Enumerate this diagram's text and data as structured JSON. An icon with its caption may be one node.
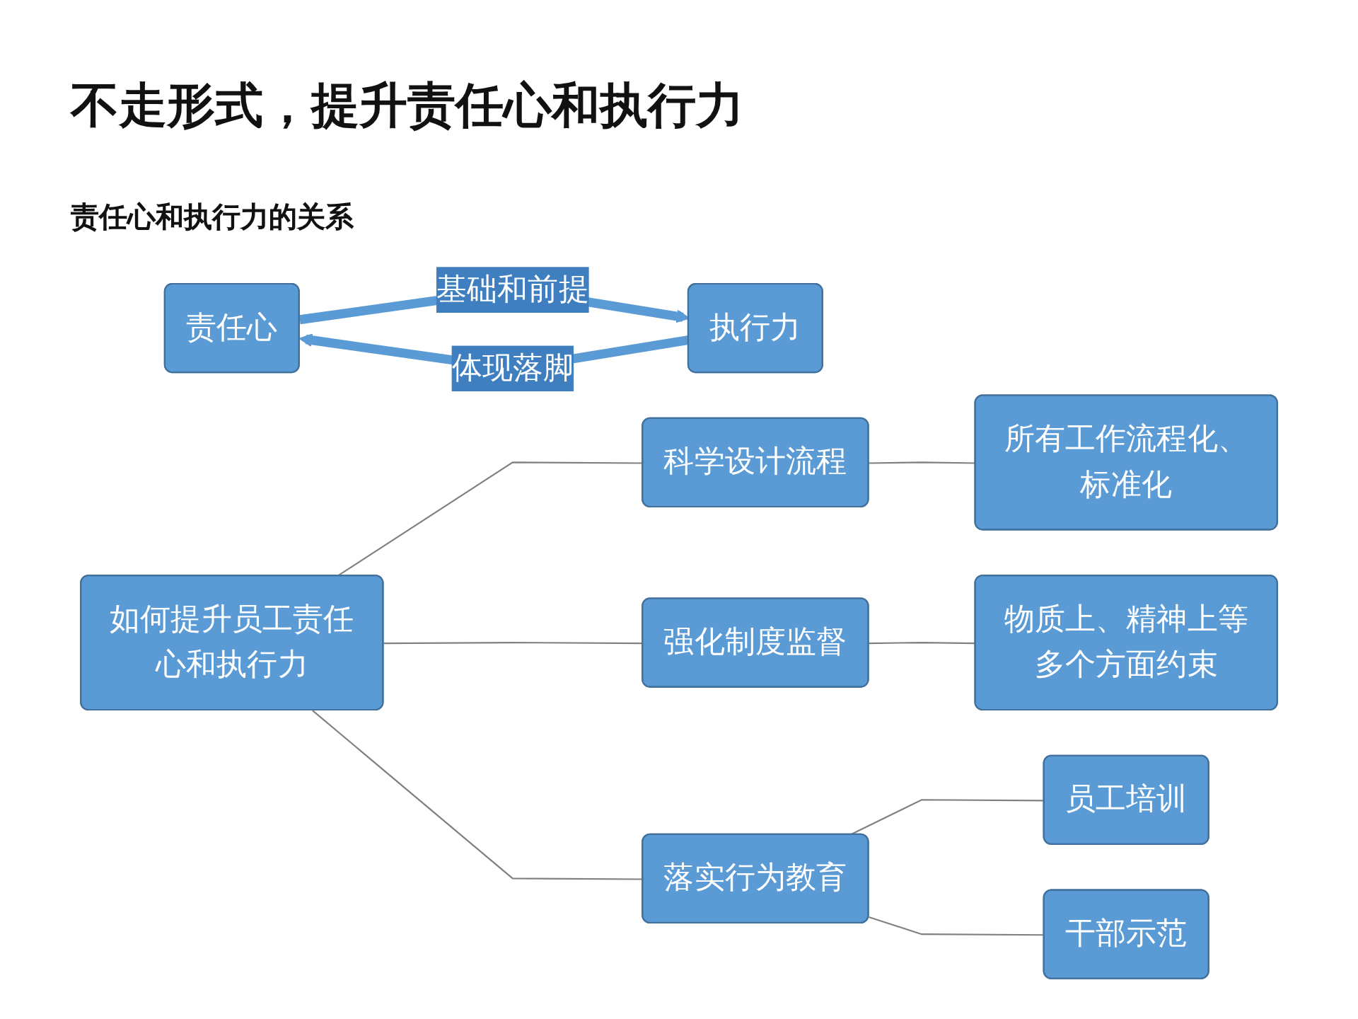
{
  "diagram": {
    "title": "不走形式，提升责任心和执行力",
    "nodes": [
      {
        "text": [
          "责任心"
        ]
      },
      {
        "text": [
          "执行力"
        ]
      },
      {
        "text": [
          "如何提升员工责任心和执行力"
        ]
      },
      {
        "text": [
          "科学设计流程"
        ]
      },
      {
        "text": [
          "强化制度监督"
        ]
      },
      {
        "text": [
          "落实行为教育"
        ]
      },
      {
        "text": [
          "所有工作流程化、标准化"
        ]
      },
      {
        "text": [
          "物质上、精神上等多个方面约束"
        ]
      },
      {
        "text": [
          "员工培训"
        ]
      },
      {
        "text": [
          "干部示范"
        ]
      }
    ],
    "edges": [
      {
        "from": 1,
        "to": 0,
        "arrow": "to",
        "label": "体现落脚",
        "style": "thick",
        "color": "#5b9bd5"
      },
      {
        "from": 0,
        "to": 1,
        "arrow": "to",
        "label": "基础和前提",
        "style": "thick",
        "color": "#5b9bd5"
      },
      {
        "from": 2,
        "to": 3,
        "arrow": "none"
      },
      {
        "from": 2,
        "to": 4,
        "arrow": "none"
      },
      {
        "from": 2,
        "to": 5,
        "arrow": "none"
      },
      {
        "from": 3,
        "to": 6,
        "arrow": "none"
      },
      {
        "from": 4,
        "to": 7,
        "arrow": "none"
      },
      {
        "from": 5,
        "to": 8,
        "arrow": "none"
      },
      {
        "from": 5,
        "to": 9,
        "arrow": "none"
      }
    ],
    "labels": [
      "责任心和执行力的关系"
    ]
  }
}
